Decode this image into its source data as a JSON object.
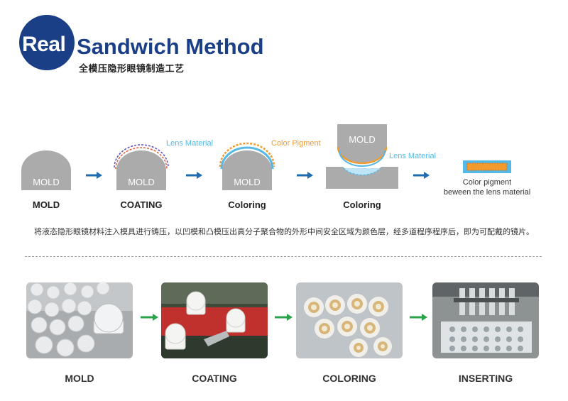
{
  "header": {
    "logo_word": "Real",
    "title": "Sandwich Method",
    "subtitle": "全模压隐形眼镜制造工艺"
  },
  "process": {
    "mold_text": "MOLD",
    "stages": [
      {
        "label": "MOLD"
      },
      {
        "label": "COATING"
      },
      {
        "label": "Coloring"
      },
      {
        "label": "Coloring"
      }
    ],
    "lens_material": "Lens Material",
    "color_pigment": "Color Pigment",
    "result_line1": "Color pigment",
    "result_line2": "beween the lens material"
  },
  "description": "将液态隐形眼镜材料注入模具进行铸压，以凹模和凸模压出高分子聚合物的外形中间安全区域为颜色层，经多道程序程序后，即为可配戴的镜片。",
  "photos": [
    {
      "label": "MOLD"
    },
    {
      "label": "COATING"
    },
    {
      "label": "COLORING"
    },
    {
      "label": "INSERTING"
    }
  ],
  "colors": {
    "brand_blue": "#1a3f86",
    "mold_gray": "#ababab",
    "lens_blue": "#55b9e8",
    "pigment_orange": "#f29a2e",
    "arrow_blue": "#1f6db0",
    "arrow_green": "#2aa34a"
  }
}
